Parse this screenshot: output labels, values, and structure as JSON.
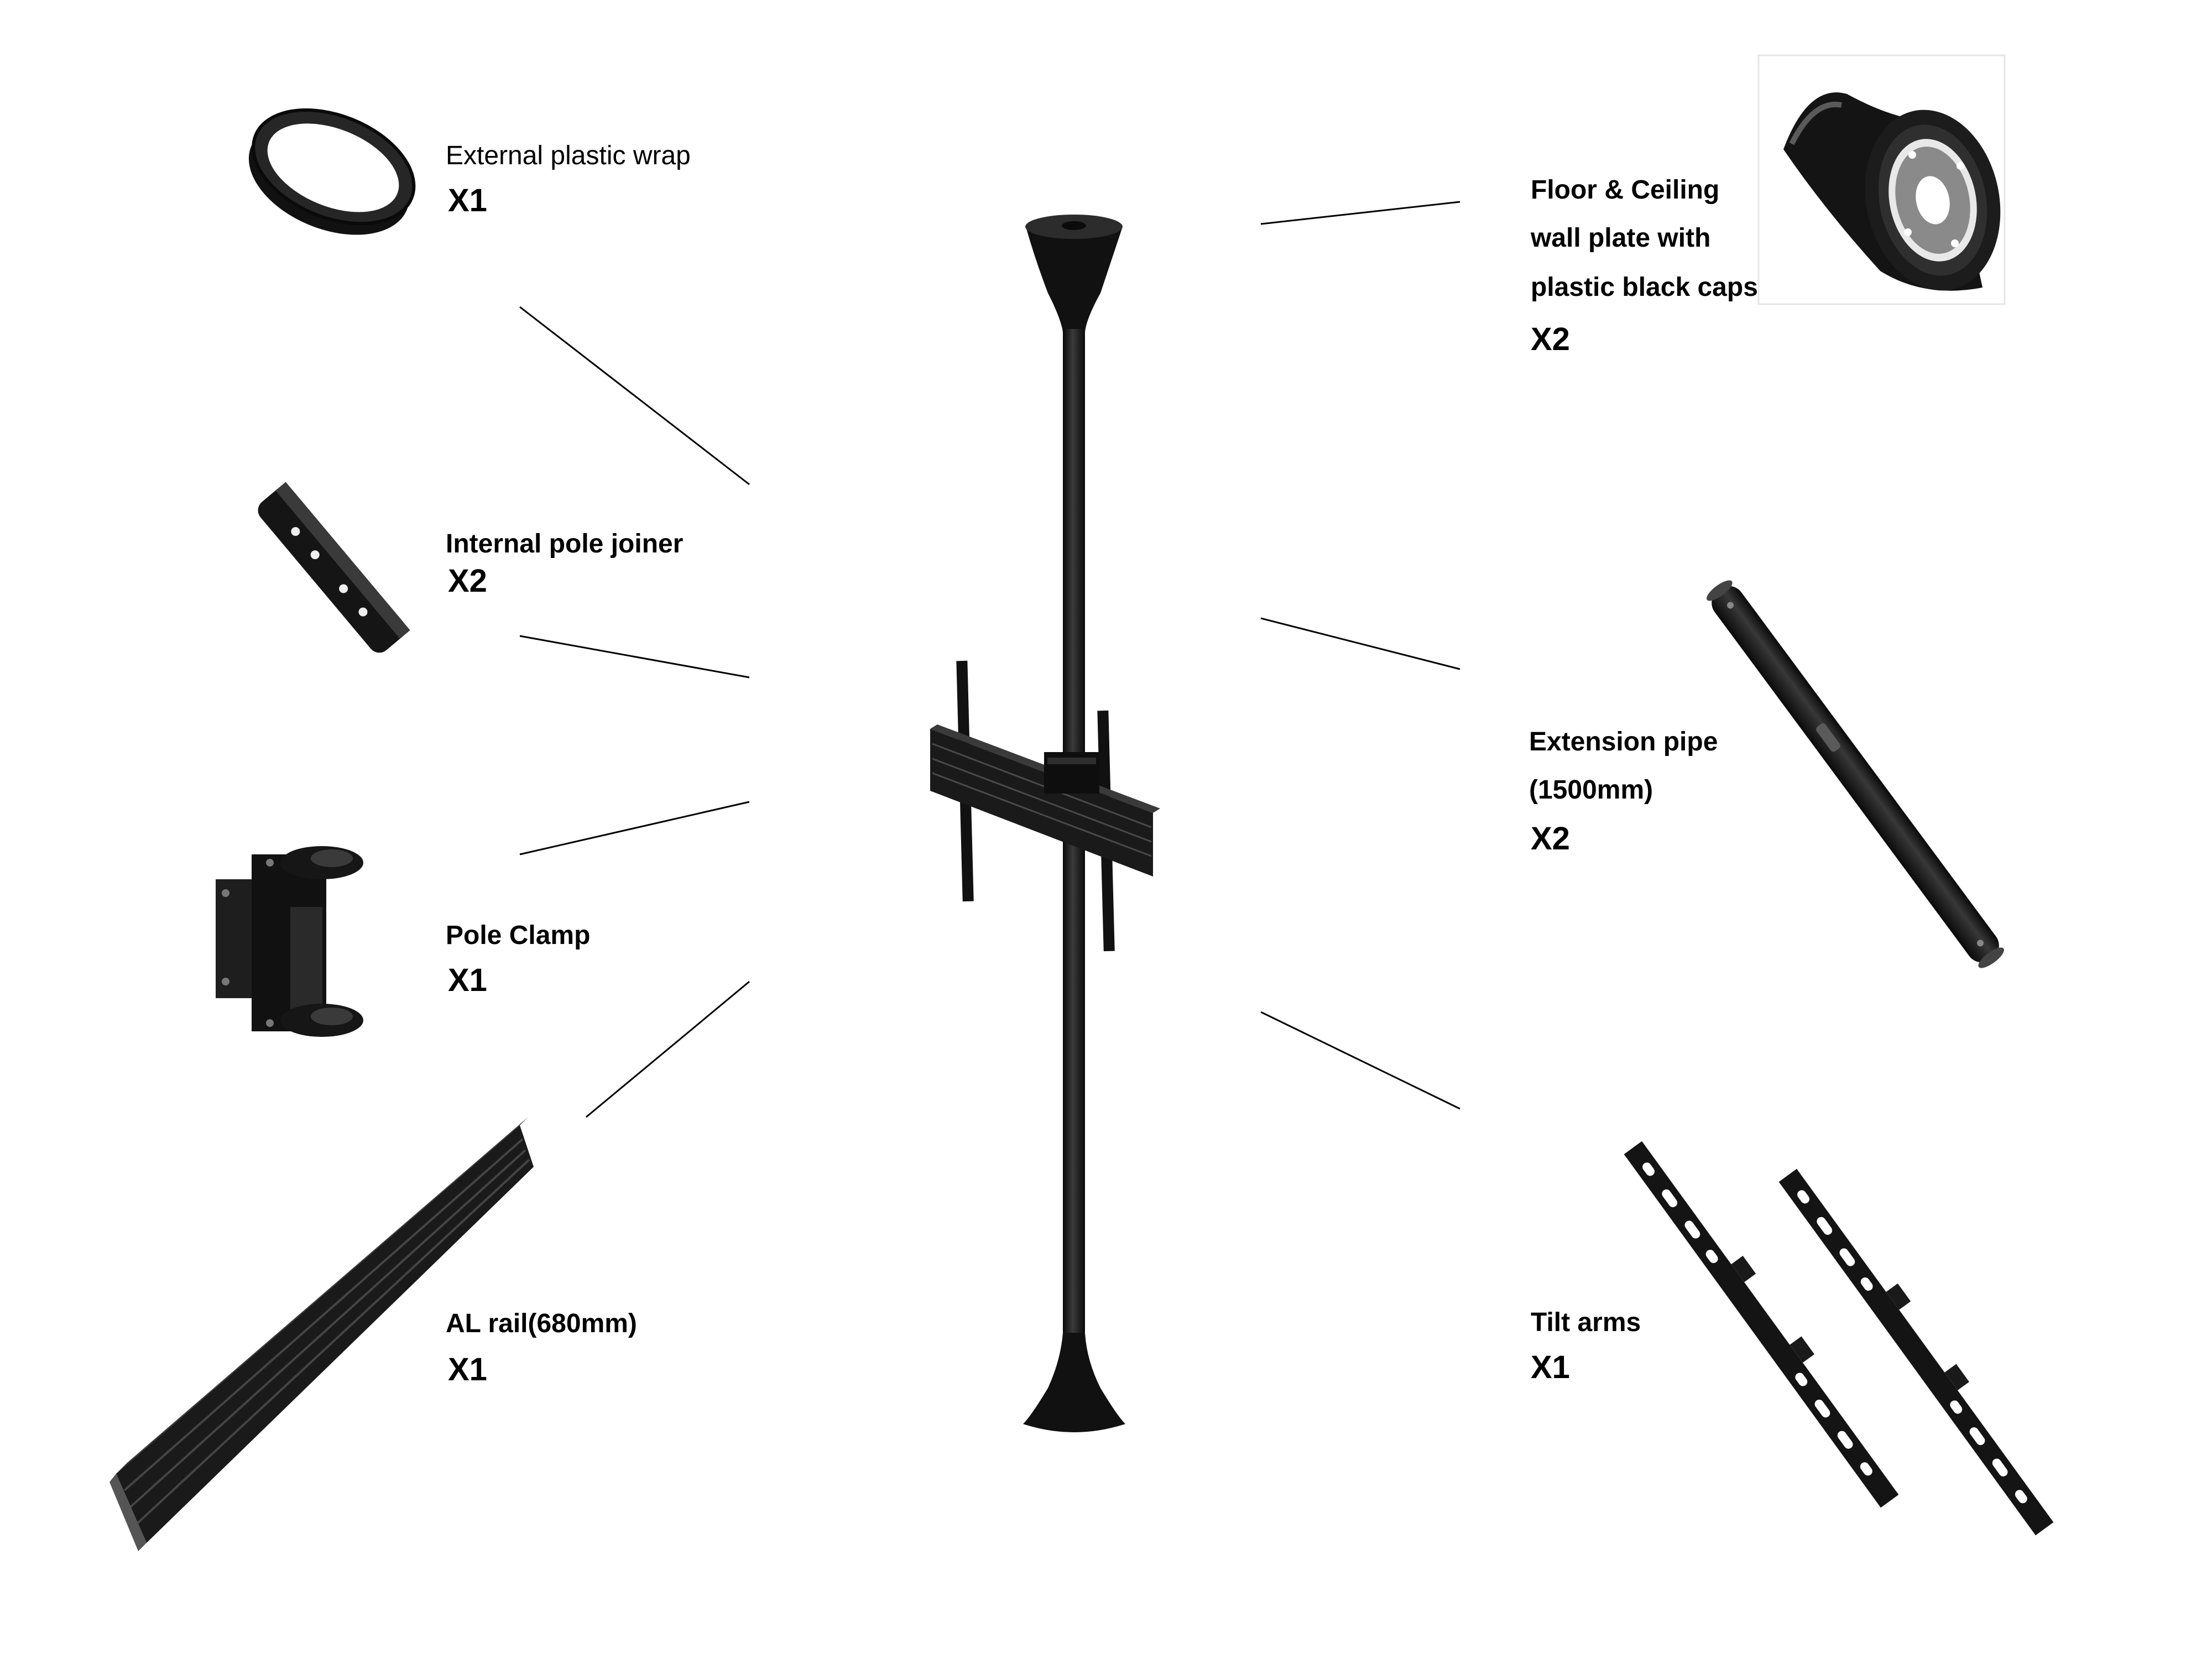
{
  "parts": {
    "external_wrap": {
      "name": "External plastic wrap",
      "qty": "X1"
    },
    "pole_joiner": {
      "name": "Internal pole joiner",
      "qty": "X2"
    },
    "pole_clamp": {
      "name": "Pole Clamp",
      "qty": "X1"
    },
    "al_rail": {
      "name": "AL rail(680mm)",
      "qty": "X1"
    },
    "wall_plate": {
      "name_lines": [
        "Floor & Ceiling",
        "wall plate with",
        "plastic black caps"
      ],
      "qty": "X2"
    },
    "extension_pipe": {
      "name_lines": [
        "Extension pipe",
        "(1500mm)"
      ],
      "qty": "X2"
    },
    "tilt_arms": {
      "name": "Tilt arms",
      "qty": "X1"
    }
  },
  "colors": {
    "part": "#141414",
    "part_highlight": "#3a3a3a",
    "leader_line": "#000000",
    "background": "#ffffff"
  }
}
